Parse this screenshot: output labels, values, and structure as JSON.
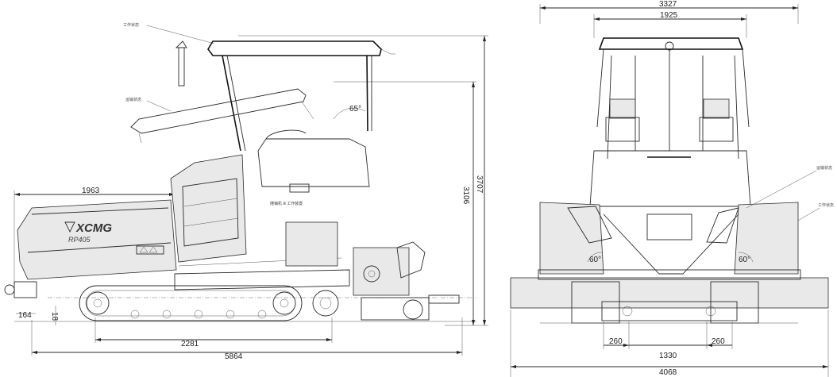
{
  "side_view": {
    "dims": {
      "overall_length": "5864",
      "track_length": "2281",
      "hopper_reach": "1963",
      "height_canopy": "3707",
      "height_hood": "3106",
      "rear_offset": "164",
      "ground_offset": "18"
    },
    "angle": "65°",
    "notes": {
      "working_state": "工作状态",
      "transport_state": "运输状态"
    },
    "brand": "XCMG",
    "model": "RP405",
    "nameplate": "摊铺机 Ⅲ 工作装置"
  },
  "front_view": {
    "dims": {
      "canopy_width": "3327",
      "inner_width": "1925",
      "screed_width": "4068",
      "center_width": "1330",
      "left_gap": "260",
      "right_gap": "260"
    },
    "angle_left": "60°",
    "angle_right": "60°",
    "notes": {
      "transport_state": "运输状态",
      "working_state": "工作状态"
    }
  }
}
